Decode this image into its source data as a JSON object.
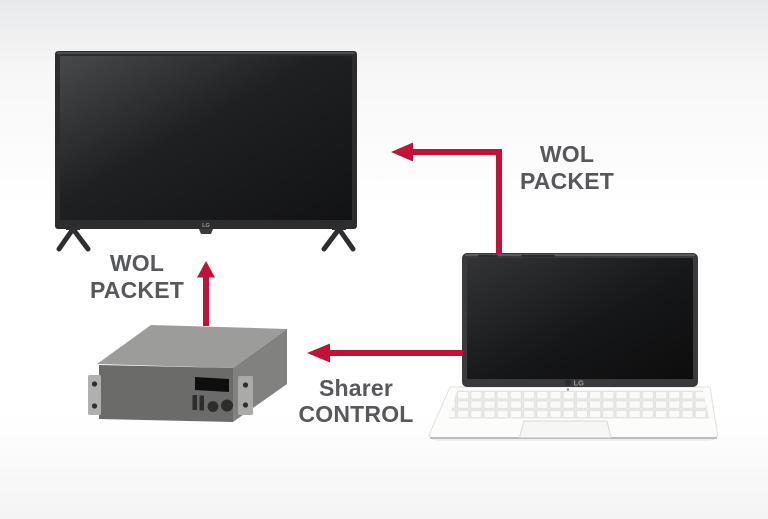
{
  "colors": {
    "arrow_red": "#C11238",
    "label_text": "#57585B"
  },
  "labels": {
    "wol_packet_top": {
      "line1": "WOL",
      "line2": "PACKET"
    },
    "wol_packet_left": {
      "line1": "WOL",
      "line2": "PACKET"
    },
    "sharer_control": {
      "line1": "Sharer",
      "line2": "CONTROL"
    }
  },
  "devices": {
    "tv": {
      "logo": "LG"
    },
    "laptop": {
      "logo": "LG"
    }
  },
  "arrows": [
    {
      "name": "wol-packet-arrow-laptop-to-tv",
      "direction": "left",
      "label": "WOL PACKET"
    },
    {
      "name": "wol-packet-arrow-sharer-to-tv",
      "direction": "up",
      "label": "WOL PACKET"
    },
    {
      "name": "sharer-control-arrow-laptop-to-sharer",
      "direction": "left",
      "label": "Sharer CONTROL"
    }
  ]
}
